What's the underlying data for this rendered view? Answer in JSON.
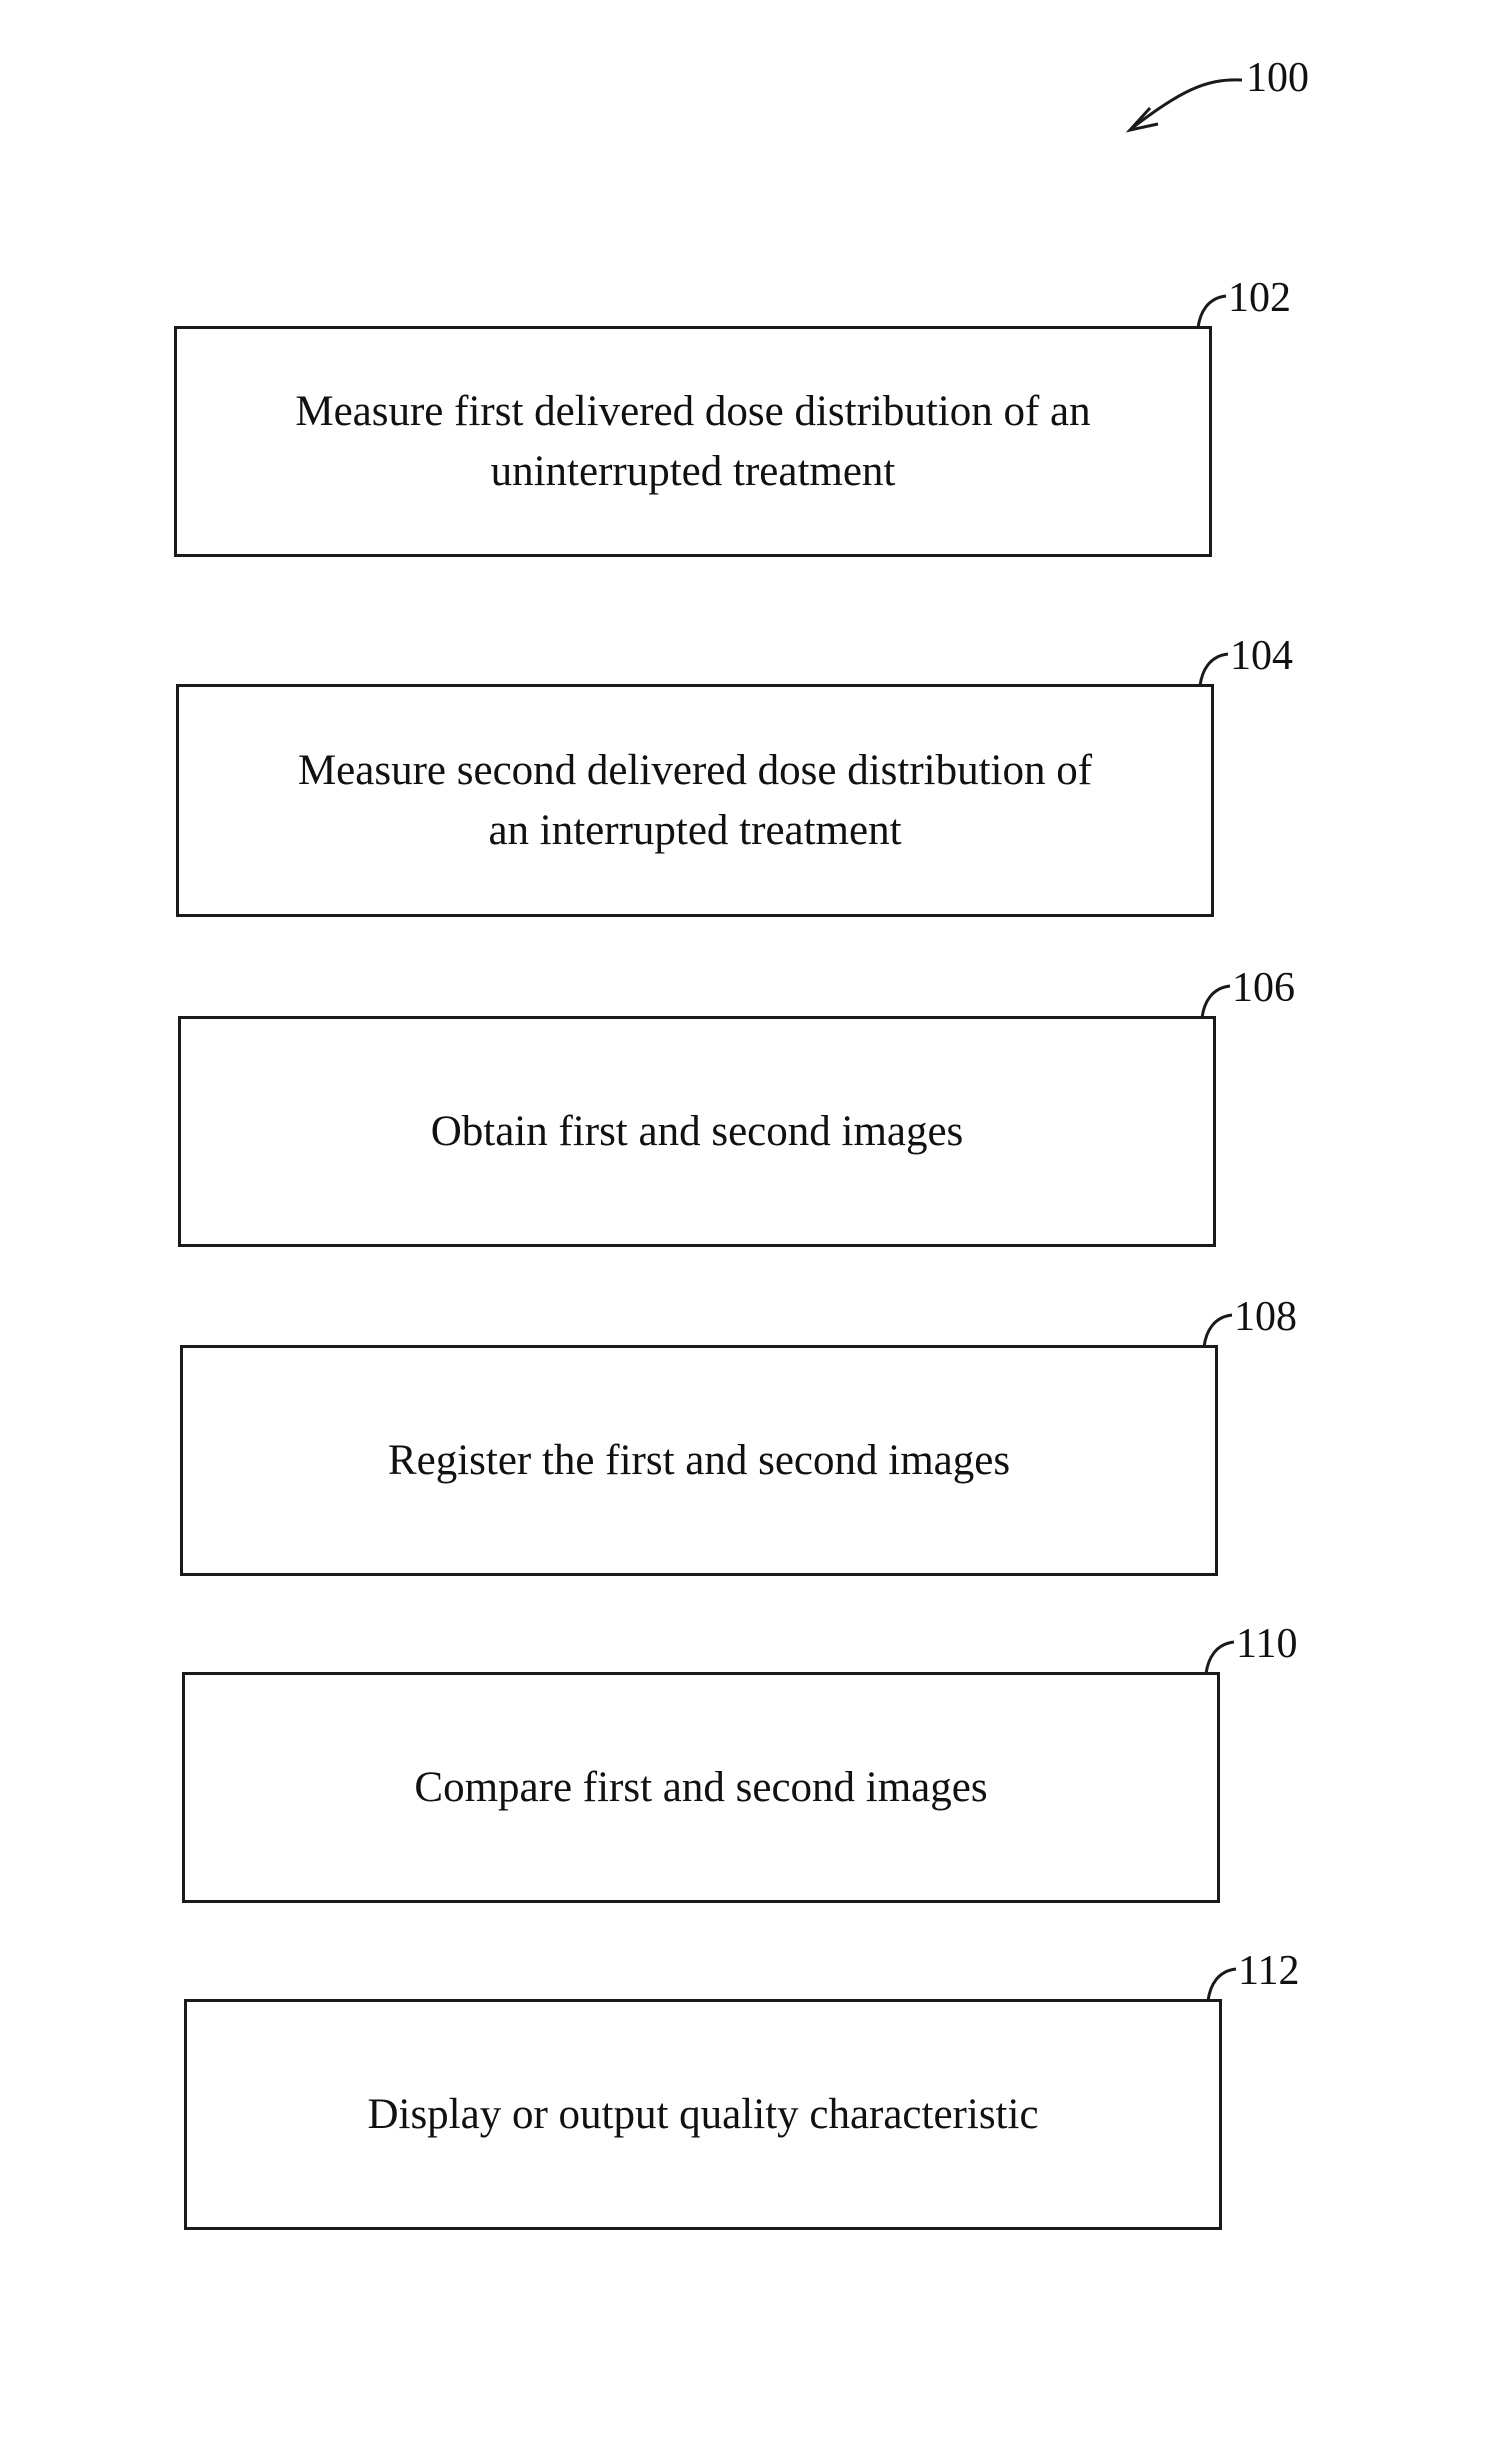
{
  "figure": {
    "reference": "100"
  },
  "steps": [
    {
      "ref": "102",
      "text": "Measure first delivered dose distribution of an\nuninterrupted treatment"
    },
    {
      "ref": "104",
      "text": "Measure second delivered dose distribution of\nan interrupted treatment"
    },
    {
      "ref": "106",
      "text": "Obtain first and second images"
    },
    {
      "ref": "108",
      "text": "Register the first and second images"
    },
    {
      "ref": "110",
      "text": "Compare first and second images"
    },
    {
      "ref": "112",
      "text": "Display or output quality characteristic"
    }
  ]
}
